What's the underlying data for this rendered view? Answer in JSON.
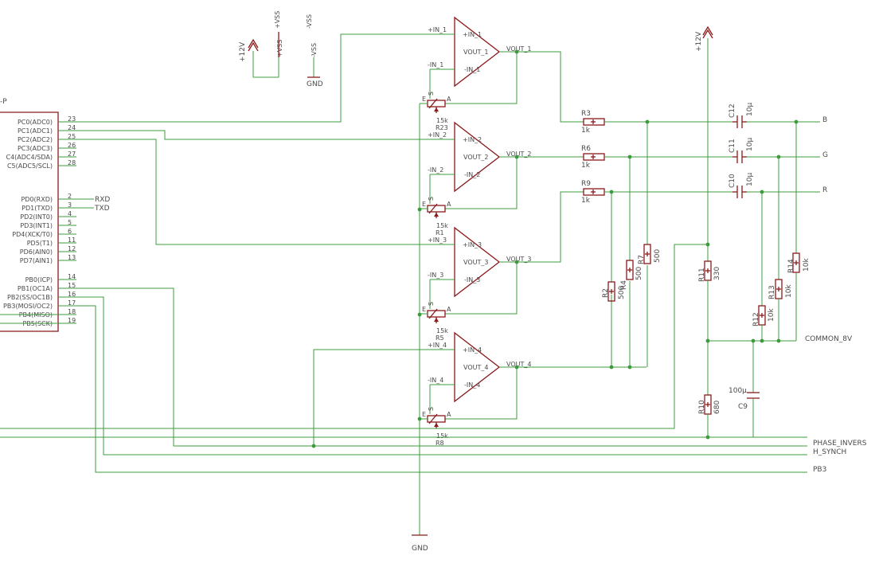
{
  "mcu": {
    "name_fragment": "-P",
    "pins": [
      {
        "label": "PC0(ADC0)",
        "num": "23"
      },
      {
        "label": "PC1(ADC1)",
        "num": "24"
      },
      {
        "label": "PC2(ADC2)",
        "num": "25"
      },
      {
        "label": "PC3(ADC3)",
        "num": "26"
      },
      {
        "label": "C4(ADC4/SDA)",
        "num": "27"
      },
      {
        "label": "C5(ADC5/SCL)",
        "num": "28"
      },
      {
        "label": "PD0(RXD)",
        "num": "2"
      },
      {
        "label": "PD1(TXD)",
        "num": "3"
      },
      {
        "label": "PD2(INT0)",
        "num": "4"
      },
      {
        "label": "PD3(INT1)",
        "num": "5"
      },
      {
        "label": "PD4(XCK/T0)",
        "num": "6"
      },
      {
        "label": "PD5(T1)",
        "num": "11"
      },
      {
        "label": "PD6(AIN0)",
        "num": "12"
      },
      {
        "label": "PD7(AIN1)",
        "num": "13"
      },
      {
        "label": "PB0(ICP)",
        "num": "14"
      },
      {
        "label": "PB1(OC1A)",
        "num": "15"
      },
      {
        "label": "PB2(SS/OC1B)",
        "num": "16"
      },
      {
        "label": "PB3(MOSI/OC2)",
        "num": "17"
      },
      {
        "label": "PB4(MISO)",
        "num": "18"
      },
      {
        "label": "PB5(SCK)",
        "num": "19"
      }
    ],
    "rxd": "RXD",
    "txd": "TXD"
  },
  "power": {
    "p12": "+12V",
    "vss_pos": "+VSS",
    "vss_neg": "-VSS",
    "gnd": "GND"
  },
  "opamps": [
    {
      "inp": "+IN_1",
      "inp_pin": "+IN_1",
      "inn": "-IN_1",
      "inn_pin": "-IN_1",
      "out": "VOUT_1",
      "out_net": "VOUT_1",
      "pot": "R23",
      "pot_val": "15k"
    },
    {
      "inp": "+IN_2",
      "inp_pin": "+IN_2",
      "inn": "-IN_2",
      "inn_pin": "-IN_2",
      "out": "VOUT_2",
      "out_net": "VOUT_2",
      "pot": "R1",
      "pot_val": "15k"
    },
    {
      "inp": "+IN_3",
      "inp_pin": "+IN_3",
      "inn": "-IN_3",
      "inn_pin": "-IN_3",
      "out": "VOUT_3",
      "out_net": "VOUT_3",
      "pot": "R5",
      "pot_val": "15k"
    },
    {
      "inp": "+IN_4",
      "inp_pin": "+IN_4",
      "inn": "-IN_4",
      "inn_pin": "-IN_4",
      "out": "VOUT_4",
      "out_net": "VOUT_4",
      "pot": "R8",
      "pot_val": "15k"
    }
  ],
  "pot_pins": {
    "e": "E",
    "s": "S",
    "a": "A"
  },
  "resistors": [
    {
      "name": "R3",
      "value": "1k"
    },
    {
      "name": "R6",
      "value": "1k"
    },
    {
      "name": "R9",
      "value": "1k"
    },
    {
      "name": "R2",
      "value": "500"
    },
    {
      "name": "R4",
      "value": "500"
    },
    {
      "name": "R7",
      "value": "500"
    },
    {
      "name": "R11",
      "value": "330"
    },
    {
      "name": "R10",
      "value": "680"
    },
    {
      "name": "R12",
      "value": "10k"
    },
    {
      "name": "R13",
      "value": "10k"
    },
    {
      "name": "R14",
      "value": "10k"
    }
  ],
  "caps": [
    {
      "name": "C12",
      "value": "10µ"
    },
    {
      "name": "C11",
      "value": "10µ"
    },
    {
      "name": "C10",
      "value": "10µ"
    },
    {
      "name": "C9",
      "value": "100µ"
    }
  ],
  "nets": {
    "b": "B",
    "g": "G",
    "r": "R",
    "common": "COMMON_8V",
    "phase": "PHASE_INVERS",
    "hsync": "H_SYNCH",
    "pb3": "PB3"
  }
}
